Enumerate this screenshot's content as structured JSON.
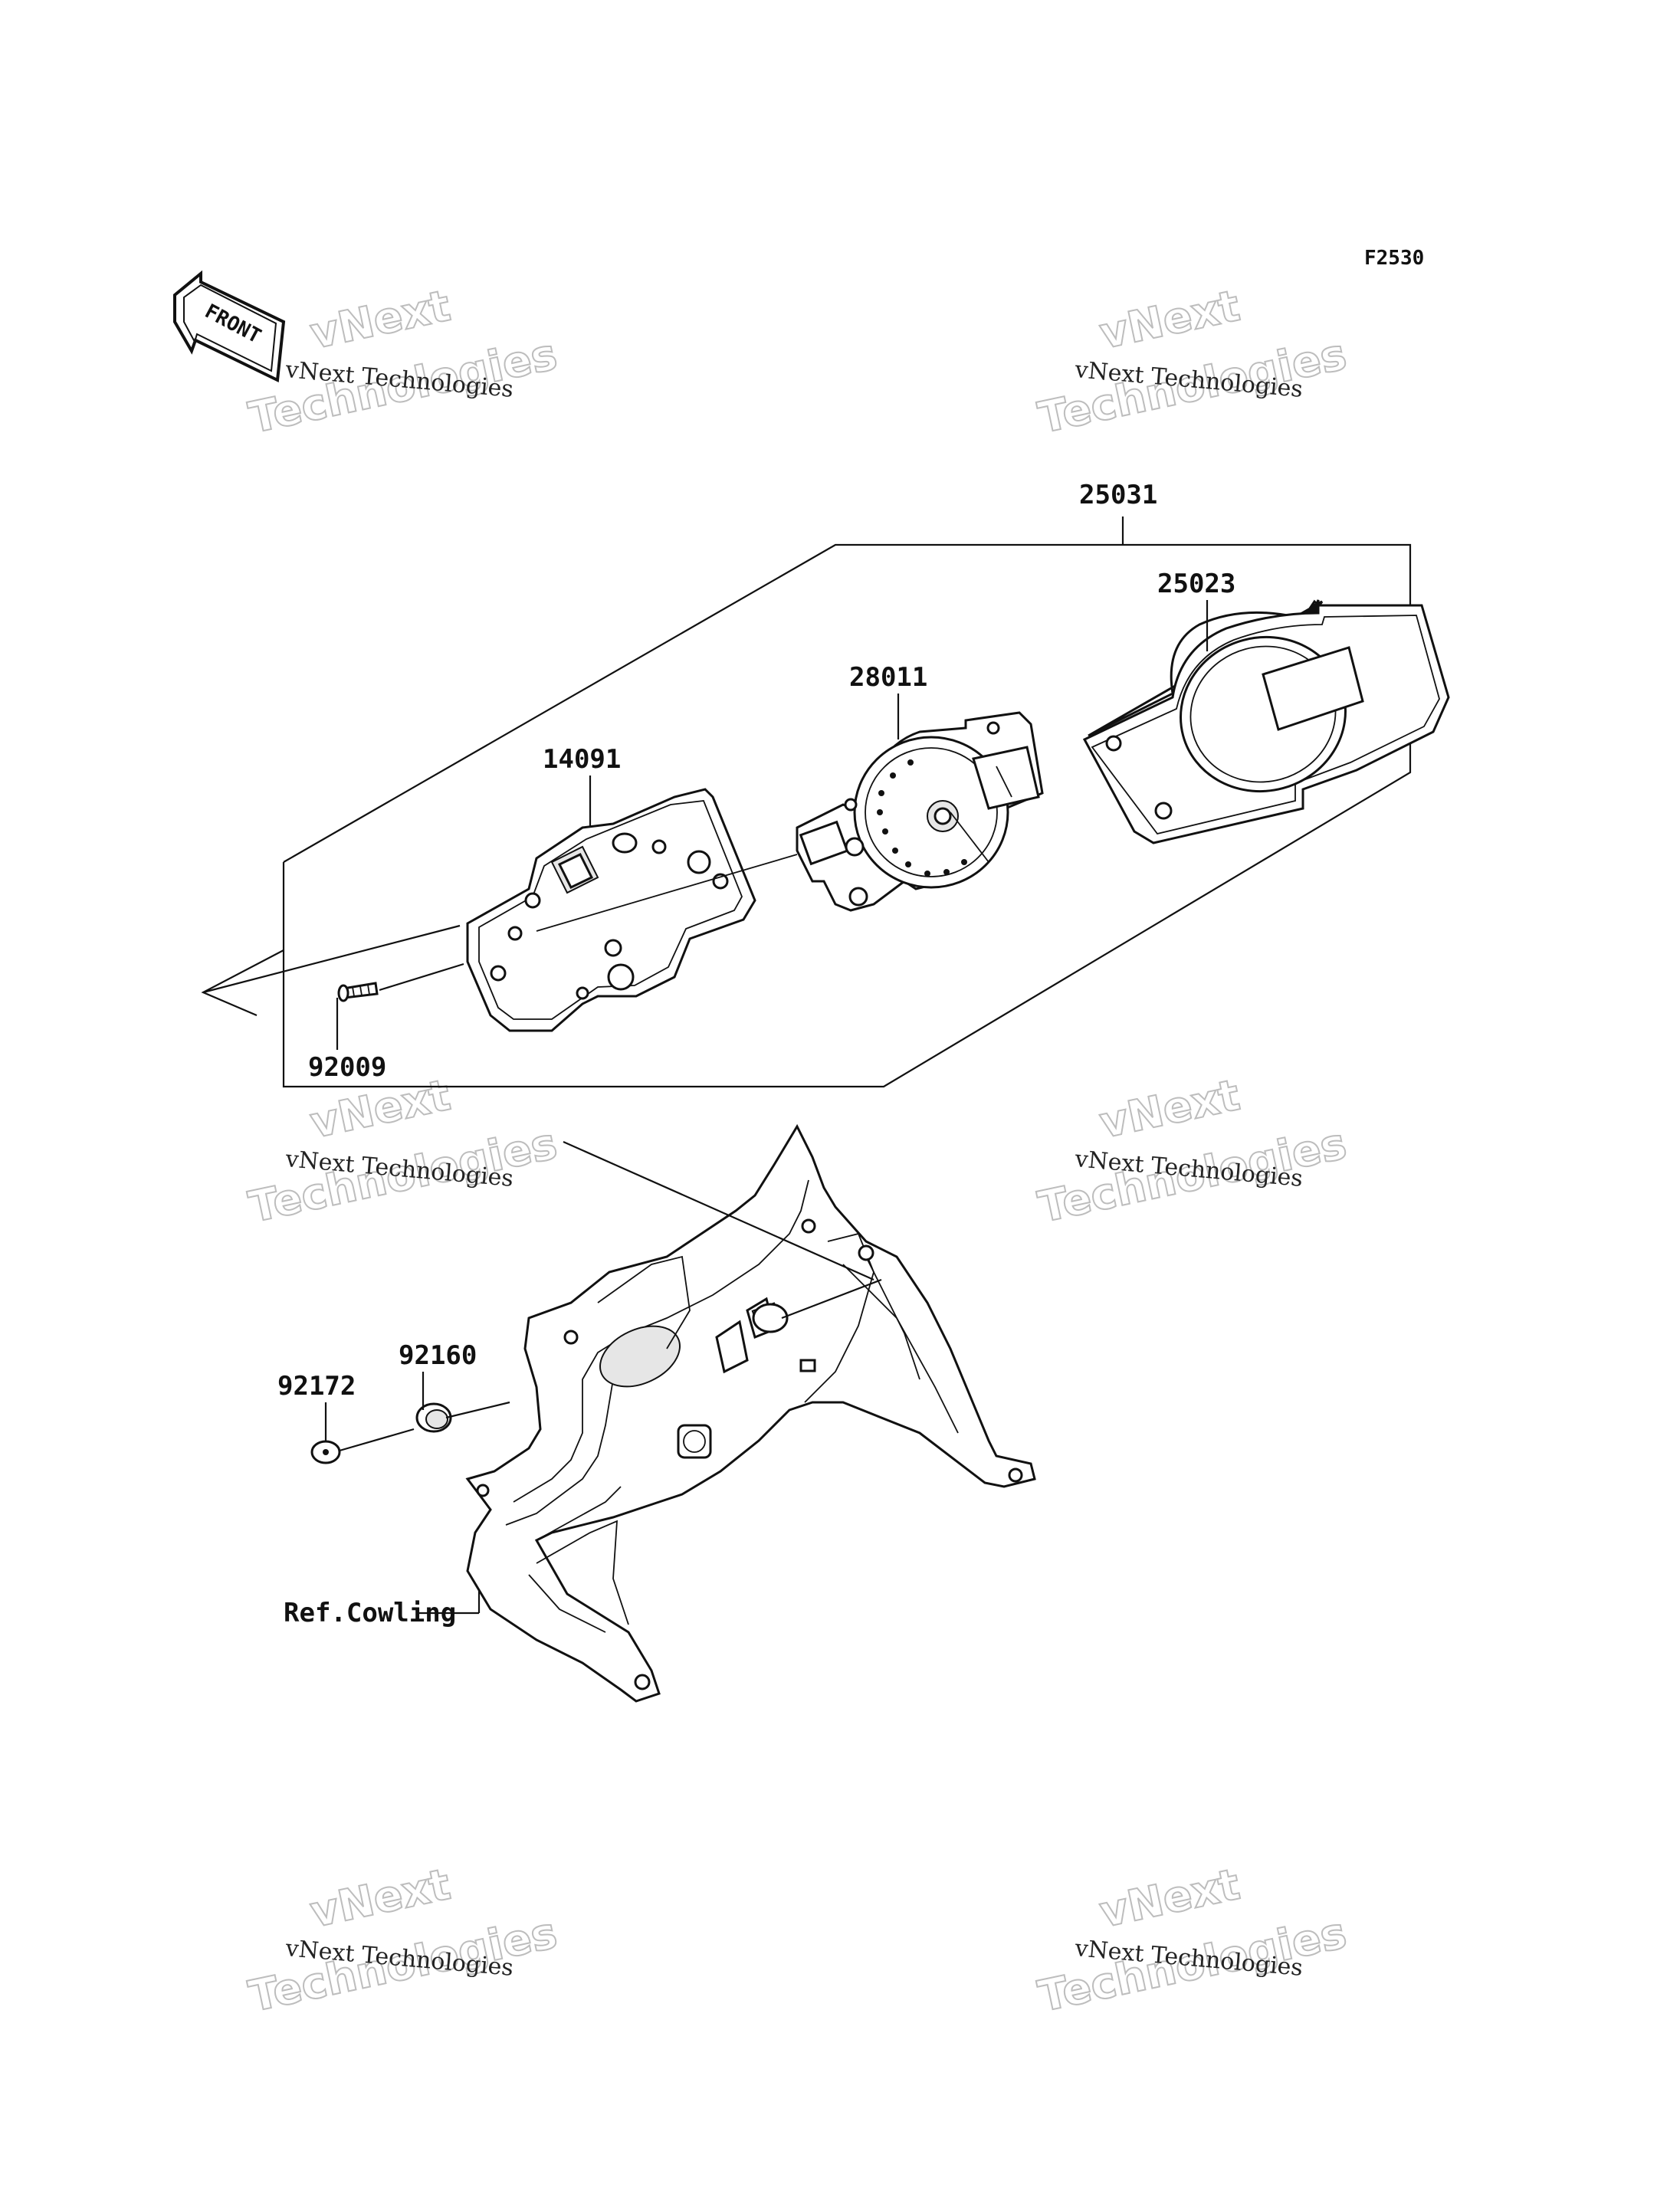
{
  "diagram_code": "F2530",
  "front_arrow_label": "FRONT",
  "watermark": {
    "line1": "vNext Technologies",
    "line2_a": "vNext",
    "line2_b": "Technologies"
  },
  "parts": {
    "p25031": "25031",
    "p25023": "25023",
    "p28011": "28011",
    "p14091": "14091",
    "p92009": "92009",
    "p92160": "92160",
    "p92172": "92172",
    "ref_cowling": "Ref.Cowling"
  }
}
